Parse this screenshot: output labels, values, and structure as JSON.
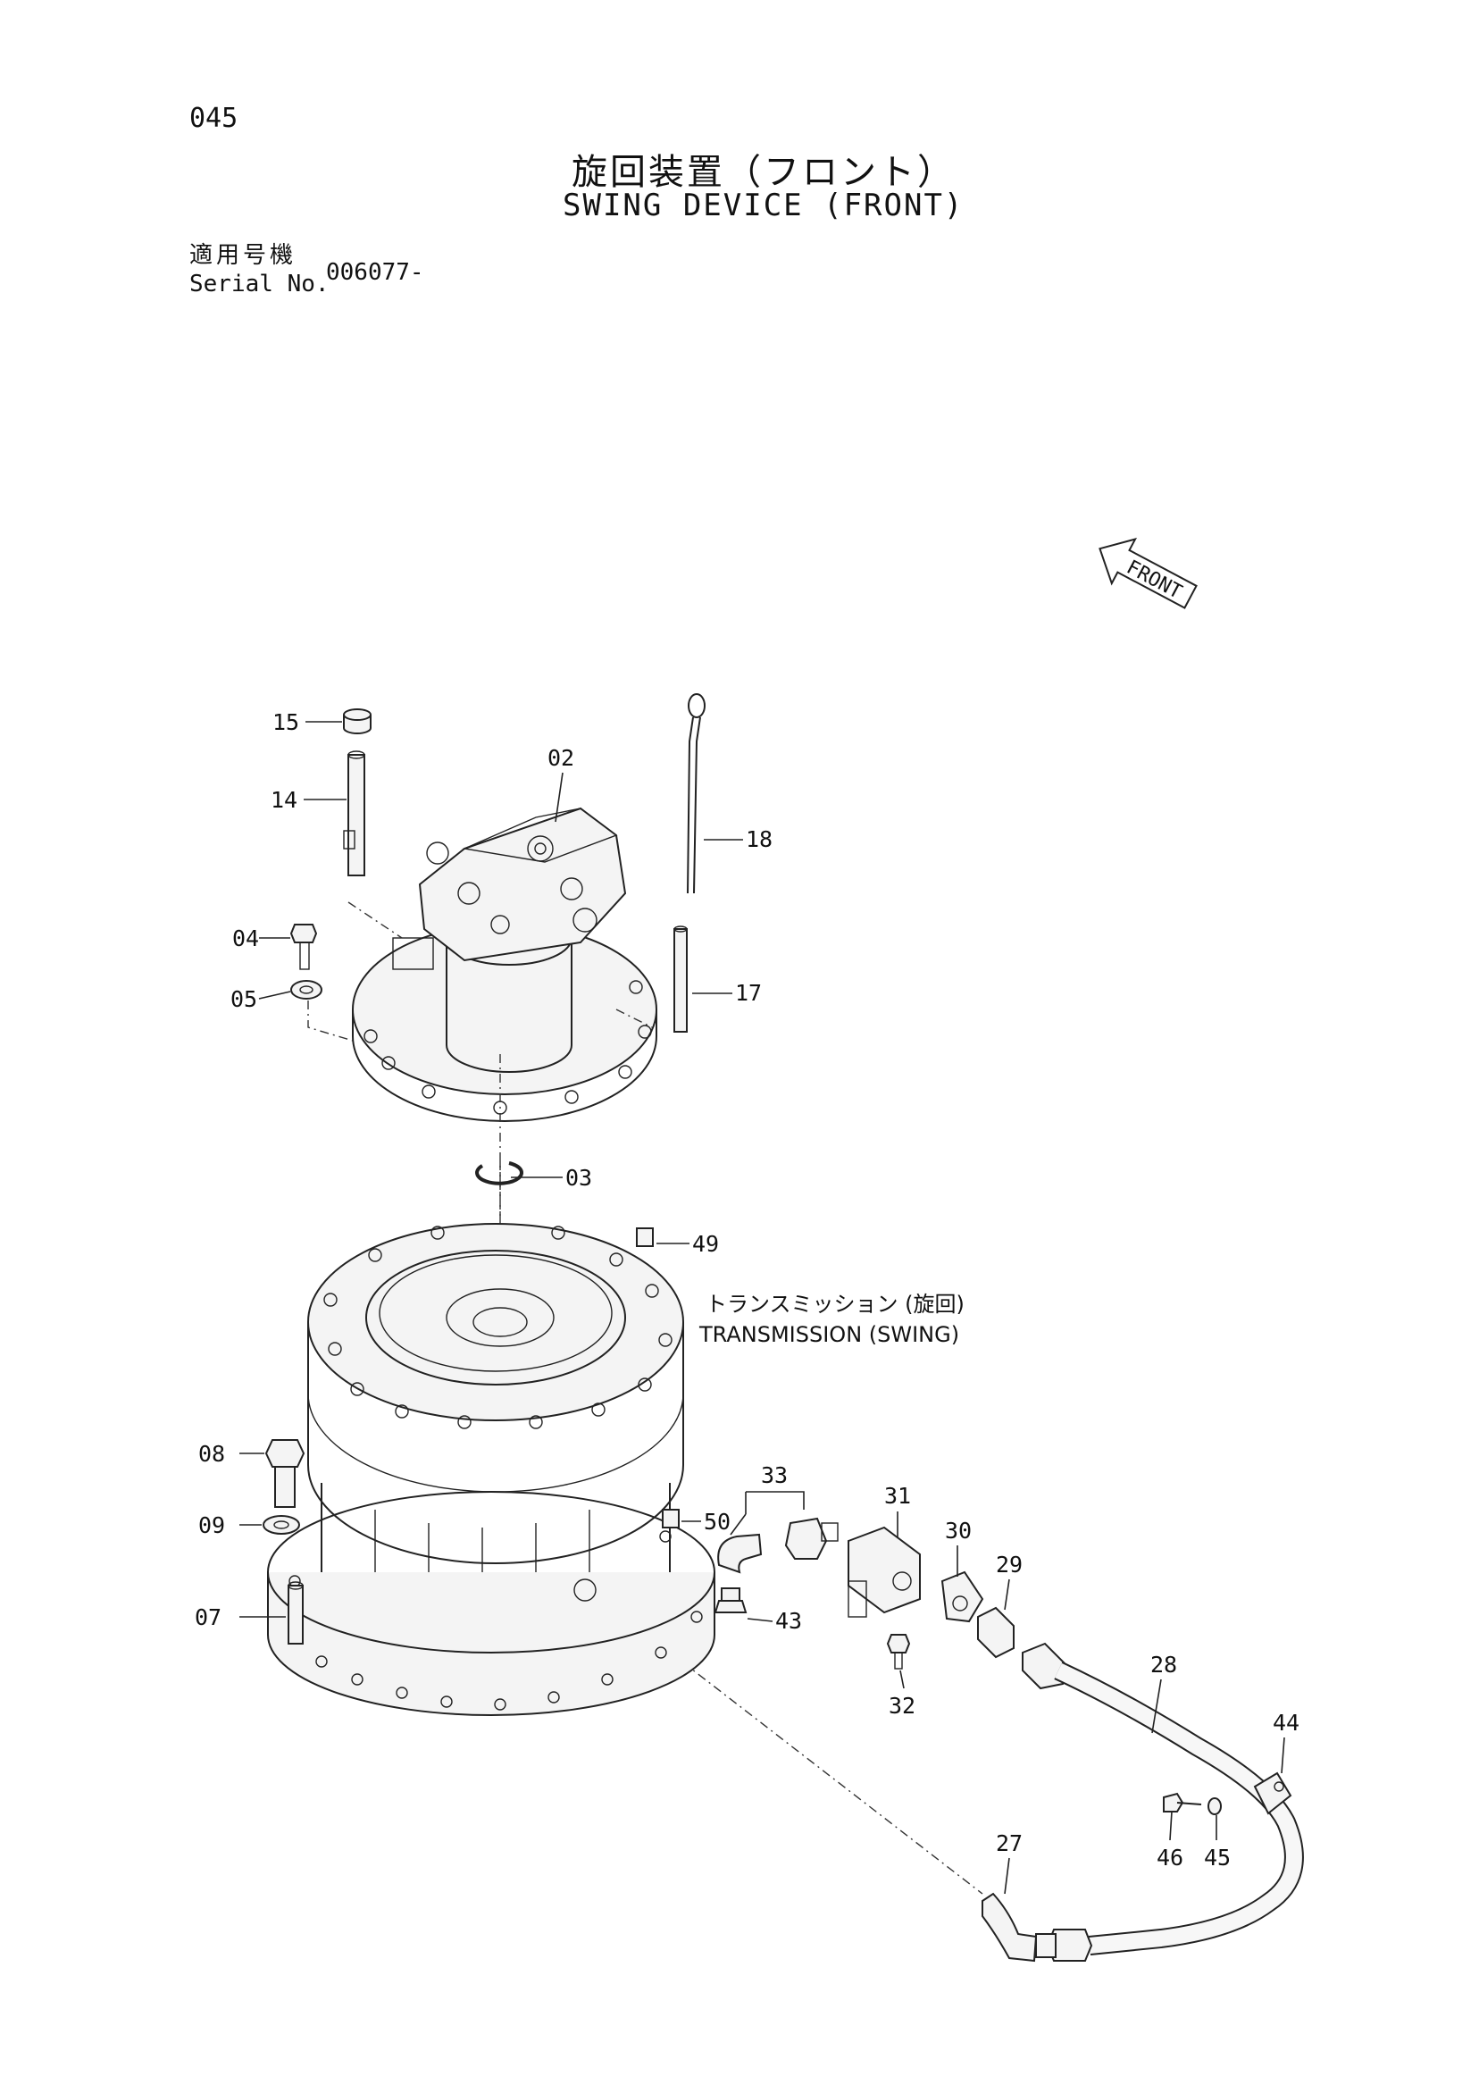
{
  "page": {
    "number": "045",
    "title_jp": "旋回装置（フロント）",
    "title_en": "SWING DEVICE (FRONT)",
    "serial_label_jp": "適用号機",
    "serial_label_en": "Serial No.",
    "serial_value": "006077-"
  },
  "front_arrow": {
    "label": "FRONT",
    "icon": "front-direction-arrow-icon"
  },
  "assembly_labels": {
    "transmission_jp": "トランスミッション (旋回)",
    "transmission_en": "TRANSMISSION (SWING)"
  },
  "part_callouts": [
    {
      "id": "p15",
      "label": "15"
    },
    {
      "id": "p14",
      "label": "14"
    },
    {
      "id": "p02",
      "label": "02"
    },
    {
      "id": "p18",
      "label": "18"
    },
    {
      "id": "p04",
      "label": "04"
    },
    {
      "id": "p05",
      "label": "05"
    },
    {
      "id": "p17",
      "label": "17"
    },
    {
      "id": "p03",
      "label": "03"
    },
    {
      "id": "p49",
      "label": "49"
    },
    {
      "id": "p08",
      "label": "08"
    },
    {
      "id": "p09",
      "label": "09"
    },
    {
      "id": "p07",
      "label": "07"
    },
    {
      "id": "p33",
      "label": "33"
    },
    {
      "id": "p50",
      "label": "50"
    },
    {
      "id": "p31",
      "label": "31"
    },
    {
      "id": "p30",
      "label": "30"
    },
    {
      "id": "p29",
      "label": "29"
    },
    {
      "id": "p43",
      "label": "43"
    },
    {
      "id": "p32",
      "label": "32"
    },
    {
      "id": "p28",
      "label": "28"
    },
    {
      "id": "p44",
      "label": "44"
    },
    {
      "id": "p45",
      "label": "45"
    },
    {
      "id": "p46",
      "label": "46"
    },
    {
      "id": "p27",
      "label": "27"
    }
  ]
}
